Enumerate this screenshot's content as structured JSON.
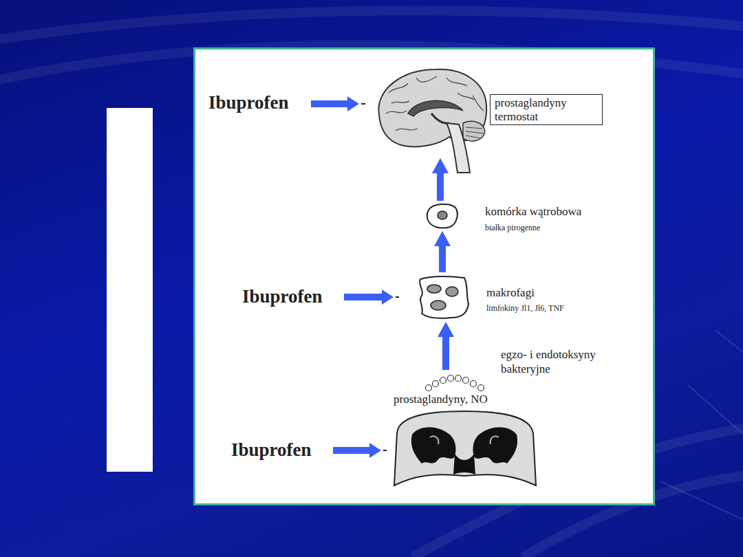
{
  "diagram": {
    "nodes": [
      {
        "text": [
          "prostaglandyny termostat"
        ]
      },
      {
        "text": [
          "komórka wątrobowa",
          "białka pirogenne"
        ]
      },
      {
        "text": [
          "makrofagi",
          "limfokiny Jl1, Jl6, TNF"
        ]
      },
      {
        "text": [
          "prostaglandyny, NO"
        ]
      }
    ],
    "edges": [
      {
        "from": 3,
        "to": 2,
        "arrow": "to",
        "label": "egzo- i endotoksyny bakteryjne"
      },
      {
        "from": 2,
        "to": 1,
        "arrow": "to"
      },
      {
        "from": 1,
        "to": 0,
        "arrow": "to"
      }
    ],
    "labels": [
      "Ibuprofen",
      "Ibuprofen",
      "Ibuprofen"
    ]
  }
}
